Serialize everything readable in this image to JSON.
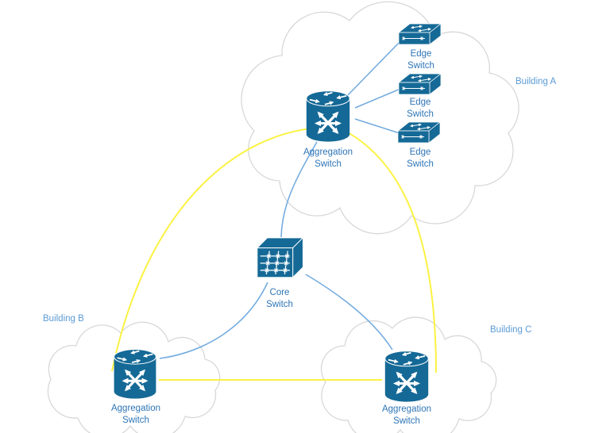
{
  "buildings": {
    "a": {
      "label": "Building A"
    },
    "b": {
      "label": "Building B"
    },
    "c": {
      "label": "Building C"
    }
  },
  "nodes": {
    "core": {
      "line1": "Core",
      "line2": "Switch"
    },
    "agg_a": {
      "line1": "Aggregation",
      "line2": "Switch"
    },
    "agg_b": {
      "line1": "Aggregation",
      "line2": "Switch"
    },
    "agg_c": {
      "line1": "Aggregation",
      "line2": "Switch"
    },
    "edge_1": {
      "line1": "Edge",
      "line2": "Switch"
    },
    "edge_2": {
      "line1": "Edge",
      "line2": "Switch"
    },
    "edge_3": {
      "line1": "Edge",
      "line2": "Switch"
    }
  },
  "topology": {
    "links": [
      {
        "from": "agg_a",
        "to": "edge_1",
        "style": "blue"
      },
      {
        "from": "agg_a",
        "to": "edge_2",
        "style": "blue"
      },
      {
        "from": "agg_a",
        "to": "edge_3",
        "style": "blue"
      },
      {
        "from": "agg_a",
        "to": "core",
        "style": "blue"
      },
      {
        "from": "core",
        "to": "agg_b",
        "style": "blue"
      },
      {
        "from": "core",
        "to": "agg_c",
        "style": "blue"
      },
      {
        "from": "agg_a",
        "to": "agg_b",
        "style": "yellow"
      },
      {
        "from": "agg_a",
        "to": "agg_c",
        "style": "yellow"
      },
      {
        "from": "agg_b",
        "to": "agg_c",
        "style": "yellow"
      }
    ],
    "building_membership": {
      "a": [
        "agg_a",
        "edge_1",
        "edge_2",
        "edge_3"
      ],
      "b": [
        "agg_b"
      ],
      "c": [
        "agg_c"
      ]
    }
  },
  "colors": {
    "icon_fill": "#156996",
    "link_blue": "#74ace0",
    "link_yellow": "#fbf243",
    "cloud_stroke": "#d8d8d8",
    "node_label": "#2e75b6",
    "building_label": "#5b9bd5"
  }
}
